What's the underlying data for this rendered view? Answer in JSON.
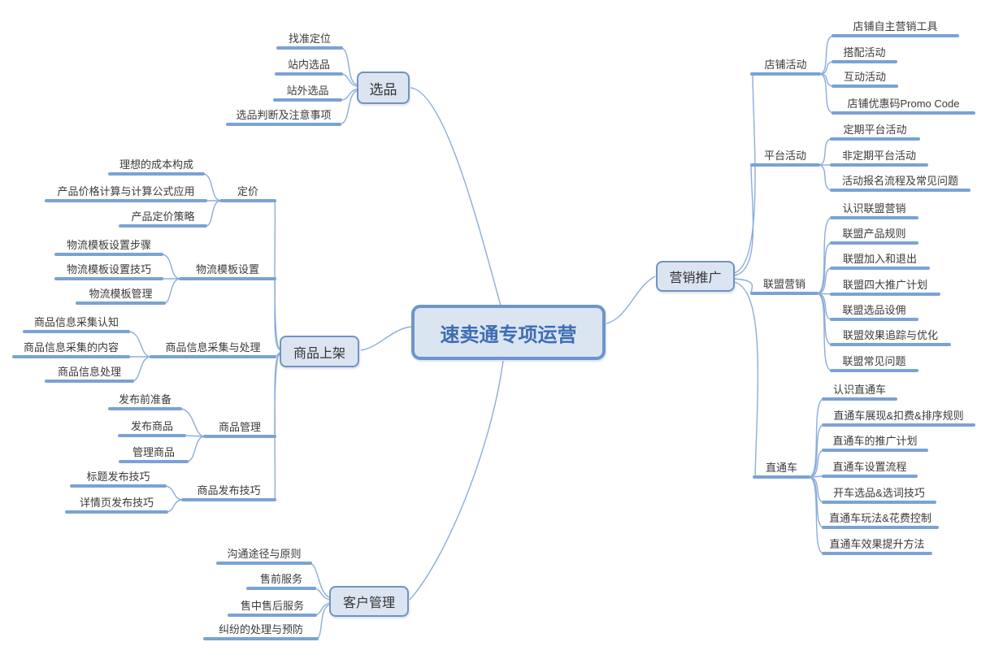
{
  "style": {
    "background": "#ffffff",
    "connector_color": "#8cadda",
    "underline_color": "#7aa2d5",
    "node_fill": "#dbe5f2",
    "node_border": "#7292c3",
    "root_border": "#6d95cb",
    "root_text_color": "#3e6db2",
    "topic_text_color": "#3a3a3a"
  },
  "root": {
    "label": "速卖通专项运营"
  },
  "branches": [
    {
      "label": "选品",
      "children": [
        {
          "label": "找准定位"
        },
        {
          "label": "站内选品"
        },
        {
          "label": "站外选品"
        },
        {
          "label": "选品判断及注意事项"
        }
      ]
    },
    {
      "label": "商品上架",
      "children": [
        {
          "label": "定价",
          "children": [
            {
              "label": "理想的成本构成"
            },
            {
              "label": "产品价格计算与计算公式应用"
            },
            {
              "label": "产品定价策略"
            }
          ]
        },
        {
          "label": "物流模板设置",
          "children": [
            {
              "label": "物流模板设置步骤"
            },
            {
              "label": "物流模板设置技巧"
            },
            {
              "label": "物流模板管理"
            }
          ]
        },
        {
          "label": "商品信息采集与处理",
          "children": [
            {
              "label": "商品信息采集认知"
            },
            {
              "label": "商品信息采集的内容"
            },
            {
              "label": "商品信息处理"
            }
          ]
        },
        {
          "label": "商品管理",
          "children": [
            {
              "label": "发布前准备"
            },
            {
              "label": "发布商品"
            },
            {
              "label": "管理商品"
            }
          ]
        },
        {
          "label": "商品发布技巧",
          "children": [
            {
              "label": "标题发布技巧"
            },
            {
              "label": "详情页发布技巧"
            }
          ]
        }
      ]
    },
    {
      "label": "客户管理",
      "children": [
        {
          "label": "沟通途径与原则"
        },
        {
          "label": "售前服务"
        },
        {
          "label": "售中售后服务"
        },
        {
          "label": "纠纷的处理与预防"
        }
      ]
    },
    {
      "label": "营销推广",
      "children": [
        {
          "label": "店铺活动",
          "children": [
            {
              "label": "店铺自主营销工具"
            },
            {
              "label": "搭配活动"
            },
            {
              "label": "互动活动"
            },
            {
              "label": "店铺优惠码Promo Code"
            }
          ]
        },
        {
          "label": "平台活动",
          "children": [
            {
              "label": "定期平台活动"
            },
            {
              "label": "非定期平台活动"
            },
            {
              "label": "活动报名流程及常见问题"
            }
          ]
        },
        {
          "label": "联盟营销",
          "children": [
            {
              "label": "认识联盟营销"
            },
            {
              "label": "联盟产品规则"
            },
            {
              "label": "联盟加入和退出"
            },
            {
              "label": "联盟四大推广计划"
            },
            {
              "label": "联盟选品设佣"
            },
            {
              "label": "联盟效果追踪与优化"
            },
            {
              "label": "联盟常见问题"
            }
          ]
        },
        {
          "label": "直通车",
          "children": [
            {
              "label": "认识直通车"
            },
            {
              "label": "直通车展现&扣费&排序规则"
            },
            {
              "label": "直通车的推广计划"
            },
            {
              "label": "直通车设置流程"
            },
            {
              "label": "开车选品&选词技巧"
            },
            {
              "label": "直通车玩法&花费控制"
            },
            {
              "label": "直通车效果提升方法"
            }
          ]
        }
      ]
    }
  ]
}
